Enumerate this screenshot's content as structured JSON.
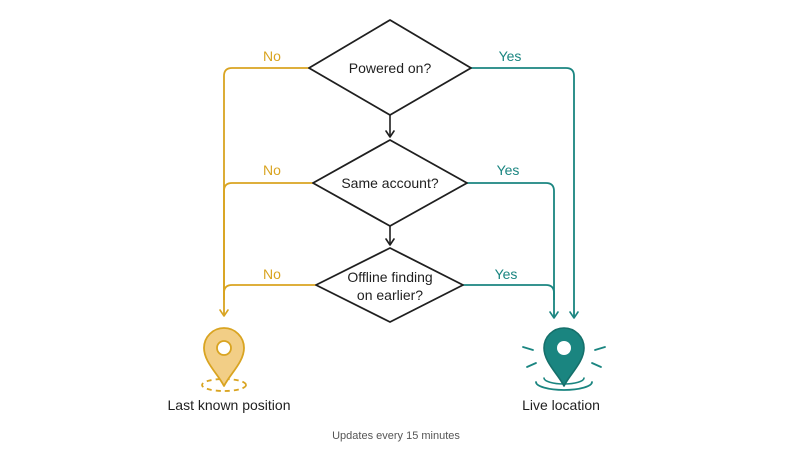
{
  "colors": {
    "no": "#d9a421",
    "yes": "#1a8580",
    "stroke": "#1f1f1f",
    "pin_no_fill": "#f2ce86",
    "pin_yes_fill": "#1a8580"
  },
  "decisions": [
    {
      "lines": [
        "Powered on?"
      ],
      "no_label": "No",
      "yes_label": "Yes"
    },
    {
      "lines": [
        "Same account?"
      ],
      "no_label": "No",
      "yes_label": "Yes"
    },
    {
      "lines": [
        "Offline finding",
        "on earlier?"
      ],
      "no_label": "No",
      "yes_label": "Yes"
    }
  ],
  "outcomes": {
    "no": {
      "label": "Last known position",
      "icon": "location-pin-icon"
    },
    "yes": {
      "label": "Live location",
      "icon": "location-pin-icon"
    }
  },
  "footnote": "Updates every 15 minutes"
}
